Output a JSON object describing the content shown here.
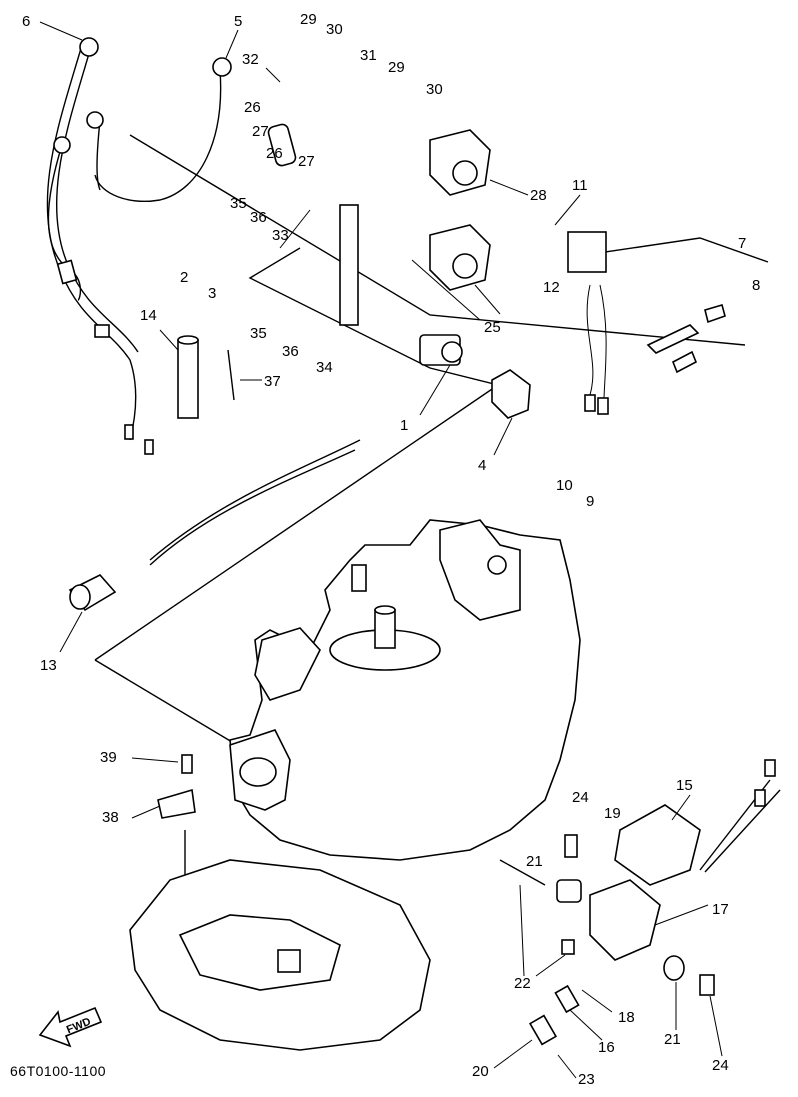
{
  "diagram": {
    "code": "66T0100-1100",
    "fwd_label": "FWD",
    "callouts": [
      "1",
      "2",
      "3",
      "4",
      "5",
      "6",
      "7",
      "8",
      "9",
      "10",
      "11",
      "12",
      "13",
      "14",
      "15",
      "16",
      "17",
      "18",
      "19",
      "20",
      "21",
      "22",
      "23",
      "24",
      "25",
      "26",
      "27",
      "28",
      "29",
      "30",
      "31",
      "32",
      "33",
      "34",
      "35",
      "36",
      "37",
      "38",
      "39",
      "29",
      "30",
      "26",
      "27",
      "35",
      "36",
      "21",
      "24"
    ]
  }
}
